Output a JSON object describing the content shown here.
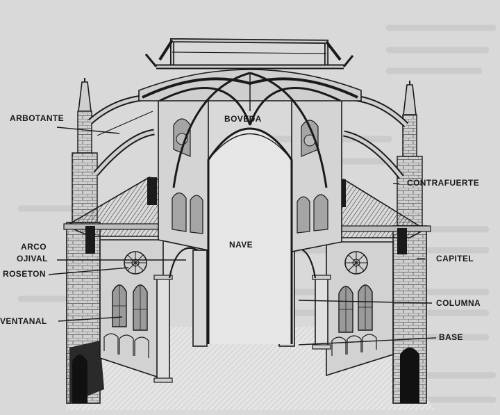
{
  "labels": {
    "arbotante": "ARBOTANTE",
    "boveda": "BOVEDA",
    "contrafuerte": "CONTRAFUERTE",
    "nave": "NAVE",
    "arco_line1": "ARCO",
    "arco_line2": "OJIVAL",
    "roseton": "ROSETON",
    "capitel": "CAPITEL",
    "columna": "COLUMNA",
    "ventanal": "VENTANAL",
    "base": "BASE"
  },
  "colors": {
    "paper": "#d9d9d9",
    "ink": "#1a1a1a"
  }
}
